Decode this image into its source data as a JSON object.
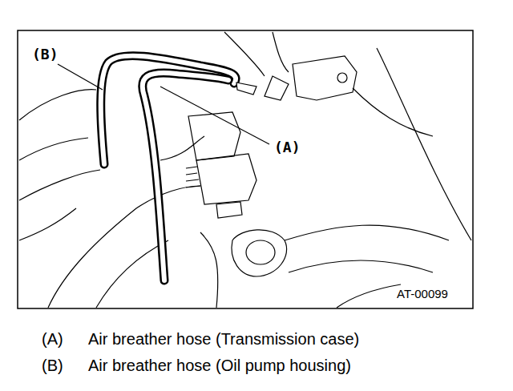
{
  "diagram": {
    "labels": [
      "(B)",
      "(A)",
      "AT-00099",
      "(A)",
      "Air breather hose (Transmission case)",
      "(B)",
      "Air breather hose (Oil pump housing)"
    ]
  }
}
